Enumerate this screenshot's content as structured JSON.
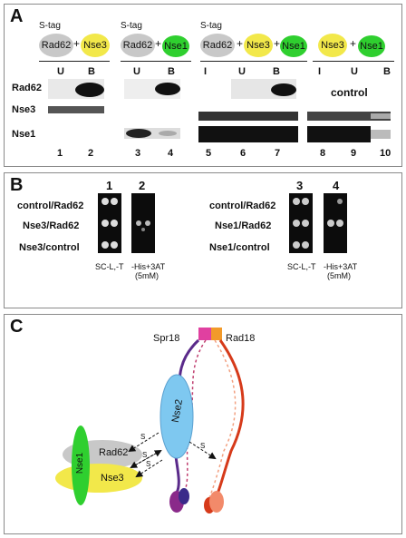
{
  "panel_a": {
    "letter": "A",
    "groups": [
      {
        "stag": "S-tag",
        "label1": "Rad62",
        "plus": "+",
        "label2": "Nse3"
      },
      {
        "stag": "S-tag",
        "label1": "Rad62",
        "plus": "+",
        "label2": "Nse1"
      },
      {
        "stag": "S-tag",
        "label1": "Rad62",
        "plus1": "+",
        "label2": "Nse3",
        "plus2": "+",
        "label3": "Nse1"
      },
      {
        "label1": "Nse3",
        "plus": "+",
        "label2": "Nse1"
      }
    ],
    "columns": [
      "U",
      "B",
      "U",
      "B",
      "I",
      "U",
      "B",
      "I",
      "U",
      "B"
    ],
    "rows": [
      "Rad62",
      "Nse3",
      "Nse1"
    ],
    "control": "control",
    "lanes": [
      "1",
      "2",
      "3",
      "4",
      "5",
      "6",
      "7",
      "8",
      "9",
      "10"
    ]
  },
  "panel_b": {
    "letter": "B",
    "left": {
      "rows": [
        "control/Rad62",
        "Nse3/Rad62",
        "Nse3/control"
      ],
      "plate_numbers": [
        "1",
        "2"
      ],
      "cond1": "SC-L,-T",
      "cond2_line1": "-His+3AT",
      "cond2_line2": "(5mM)"
    },
    "right": {
      "rows": [
        "control/Rad62",
        "Nse1/Rad62",
        "Nse1/control"
      ],
      "plate_numbers": [
        "3",
        "4"
      ],
      "cond1": "SC-L,-T",
      "cond2_line1": "-His+3AT",
      "cond2_line2": "(5mM)"
    }
  },
  "panel_c": {
    "letter": "C",
    "spr18": "Spr18",
    "rad18": "Rad18",
    "nse2": "Nse2",
    "nse1": "Nse1",
    "rad62": "Rad62",
    "nse3": "Nse3",
    "s_labels": [
      "S",
      "S",
      "S",
      "S"
    ]
  },
  "colors": {
    "yellow": "#f2e84a",
    "green": "#2fcf2f",
    "grey": "#c8c8c8",
    "blue": "#7ec8f0",
    "purple": "#5a2a8a",
    "red": "#d63a1a"
  }
}
